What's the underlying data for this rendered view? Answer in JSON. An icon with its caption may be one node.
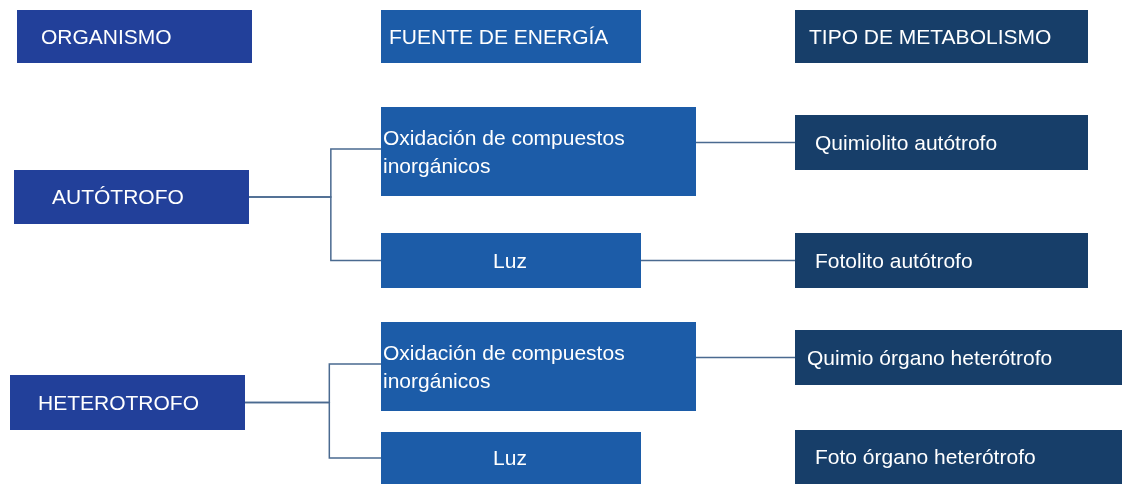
{
  "diagram": {
    "nodes": [
      {
        "text": [
          "ORGANISMO"
        ]
      },
      {
        "text": [
          "FUENTE DE ENERGÍA"
        ]
      },
      {
        "text": [
          "TIPO DE METABOLISMO"
        ]
      },
      {
        "text": [
          "Oxidación de compuestos inorgánicos"
        ]
      },
      {
        "text": [
          "Quimiolito autótrofo"
        ]
      },
      {
        "text": [
          "AUTÓTROFO"
        ]
      },
      {
        "text": [
          "Luz"
        ]
      },
      {
        "text": [
          "Fotolito autótrofo"
        ]
      },
      {
        "text": [
          "Oxidación de compuestos inorgánicos"
        ]
      },
      {
        "text": [
          "HETEROTROFO"
        ]
      },
      {
        "text": [
          "Quimio órgano heterótrofo"
        ]
      },
      {
        "text": [
          "Luz"
        ]
      },
      {
        "text": [
          "Foto órgano heterótrofo"
        ]
      }
    ],
    "edges": [
      {
        "from": 5,
        "to": 3,
        "arrow": "none"
      },
      {
        "from": 5,
        "to": 6,
        "arrow": "none"
      },
      {
        "from": 3,
        "to": 4,
        "arrow": "none"
      },
      {
        "from": 6,
        "to": 7,
        "arrow": "none"
      },
      {
        "from": 9,
        "to": 8,
        "arrow": "none"
      },
      {
        "from": 9,
        "to": 11,
        "arrow": "none"
      },
      {
        "from": 8,
        "to": 10,
        "arrow": "none"
      }
    ]
  }
}
